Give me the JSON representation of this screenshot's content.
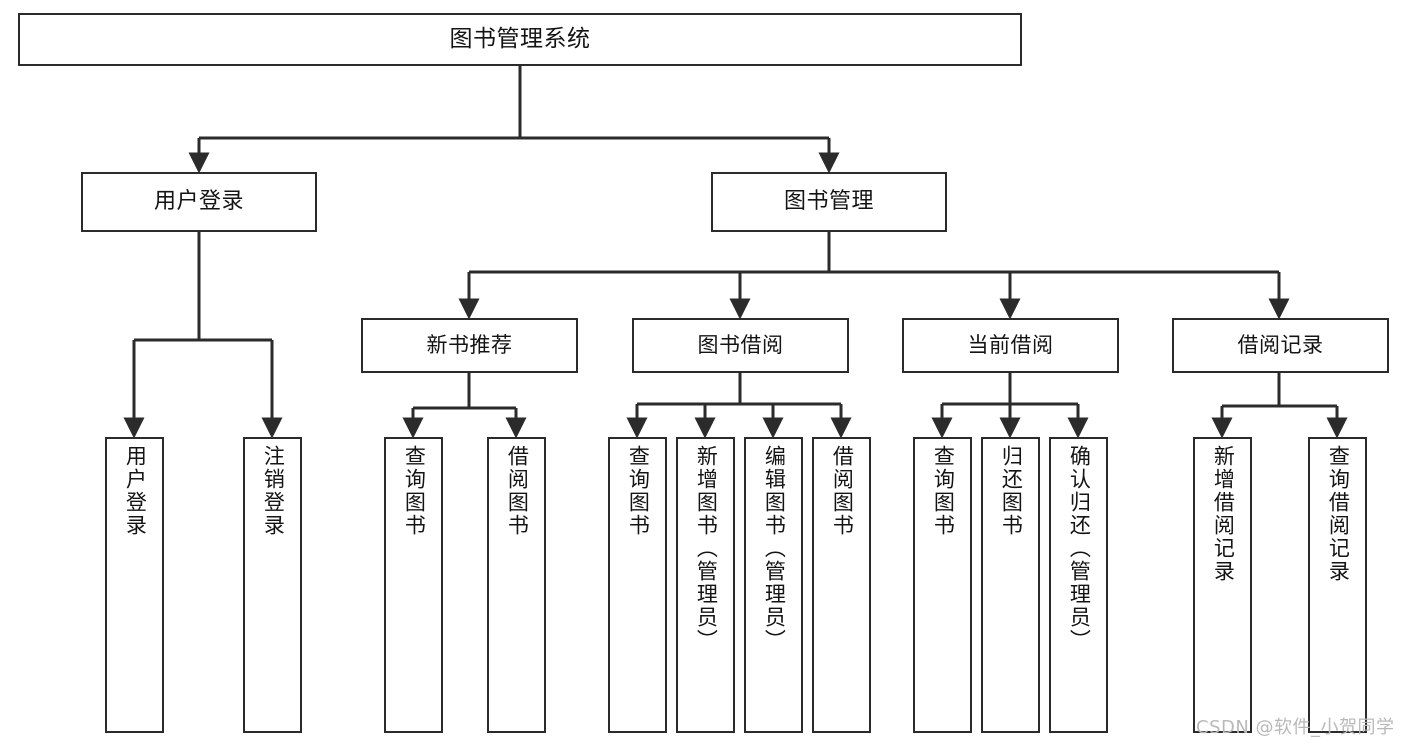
{
  "diagram": {
    "title": "图书管理系统",
    "type": "功能结构图",
    "colors": {
      "background": "#ffffff",
      "box_fill": "#ffffff",
      "box_border": "#2b2b2b",
      "connector": "#2b2b2b",
      "text": "#141414",
      "watermark": "#b9b9b9"
    },
    "root": {
      "label": "图书管理系统"
    },
    "level2": [
      {
        "label": "用户登录"
      },
      {
        "label": "图书管理"
      }
    ],
    "level3": [
      {
        "label": "新书推荐"
      },
      {
        "label": "图书借阅"
      },
      {
        "label": "当前借阅"
      },
      {
        "label": "借阅记录"
      }
    ],
    "leaves": {
      "user_login": [
        {
          "label": "用户登录"
        },
        {
          "label": "注销登录"
        }
      ],
      "new_book": [
        {
          "label": "查询图书"
        },
        {
          "label": "借阅图书"
        }
      ],
      "book_borrow": [
        {
          "label": "查询图书"
        },
        {
          "label": "新增图书（管理员）"
        },
        {
          "label": "编辑图书（管理员）"
        },
        {
          "label": "借阅图书"
        }
      ],
      "current_borrow": [
        {
          "label": "查询图书"
        },
        {
          "label": "归还图书"
        },
        {
          "label": "确认归还（管理员）"
        }
      ],
      "borrow_record": [
        {
          "label": "新增借阅记录"
        },
        {
          "label": "查询借阅记录"
        }
      ]
    },
    "watermark": "CSDN @软件_小贺同学"
  }
}
